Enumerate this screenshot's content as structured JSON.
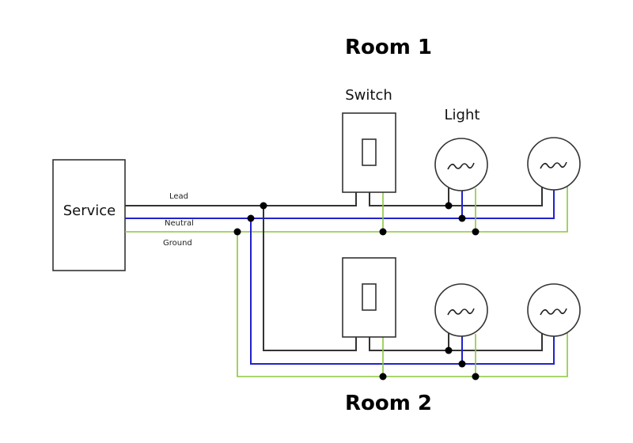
{
  "titles": {
    "room1": "Room 1",
    "room2": "Room 2"
  },
  "labels": {
    "service": "Service",
    "switch": "Switch",
    "light": "Light",
    "lead": "Lead",
    "neutral": "Neutral",
    "ground": "Ground"
  },
  "wire_colors": {
    "lead": "#333333",
    "neutral": "#2222cc",
    "ground": "#8cc63f"
  },
  "rooms": [
    {
      "name": "Room 1",
      "switch_count": 1,
      "light_count": 2
    },
    {
      "name": "Room 2",
      "switch_count": 1,
      "light_count": 2
    }
  ]
}
